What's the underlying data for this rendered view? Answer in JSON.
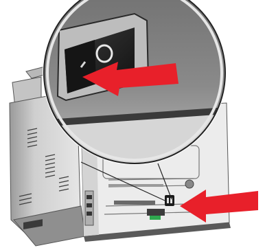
{
  "illustration": {
    "subject": "printer-rear-power-switch",
    "switch_symbols": [
      "I",
      "O"
    ],
    "switch_position": "O",
    "arrow_color": "#e8202a",
    "printer_body_color": "#d9d9d9",
    "printer_dark_color": "#4a4a4a"
  }
}
